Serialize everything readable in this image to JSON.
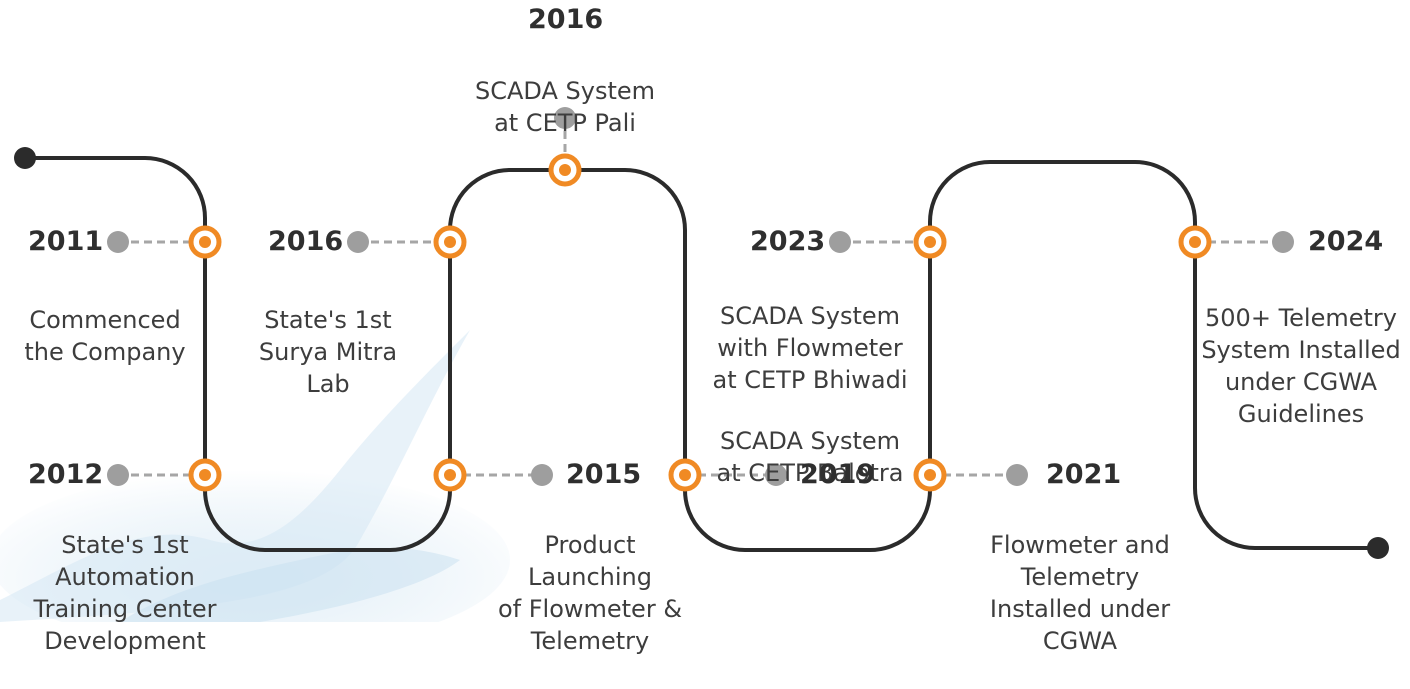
{
  "colors": {
    "path": "#2b2b2b",
    "marker_ring": "#f08a24",
    "connector_dot": "#9e9e9e",
    "text": "#3d3d3d",
    "splash": "#b9d7ea"
  },
  "milestones": [
    {
      "id": "m2011",
      "year": "2011",
      "lines": [
        "Commenced",
        "the Company"
      ]
    },
    {
      "id": "m2012",
      "year": "2012",
      "lines": [
        "State's 1st",
        "Automation",
        "Training Center",
        "Development"
      ]
    },
    {
      "id": "m2016a",
      "year": "2016",
      "lines": [
        "State's 1st",
        "Surya Mitra",
        "Lab"
      ]
    },
    {
      "id": "m2015",
      "year": "2015",
      "lines": [
        "Product",
        "Launching",
        "of Flowmeter &",
        "Telemetry"
      ]
    },
    {
      "id": "m2016b",
      "year": "2016",
      "lines": [
        "SCADA System",
        "at CETP Pali"
      ]
    },
    {
      "id": "m2023",
      "year": "2023",
      "lines": [
        "SCADA System",
        "with Flowmeter",
        "at CETP Bhiwadi"
      ]
    },
    {
      "id": "m2019",
      "year": "2019",
      "lines": [
        "SCADA System",
        "at CETP Balotra"
      ]
    },
    {
      "id": "m2021",
      "year": "2021",
      "lines": [
        "Flowmeter and",
        "Telemetry",
        "Installed under",
        "CGWA"
      ]
    },
    {
      "id": "m2024",
      "year": "2024",
      "lines": [
        "500+ Telemetry",
        "System Installed",
        "under CGWA",
        "Guidelines"
      ]
    }
  ]
}
